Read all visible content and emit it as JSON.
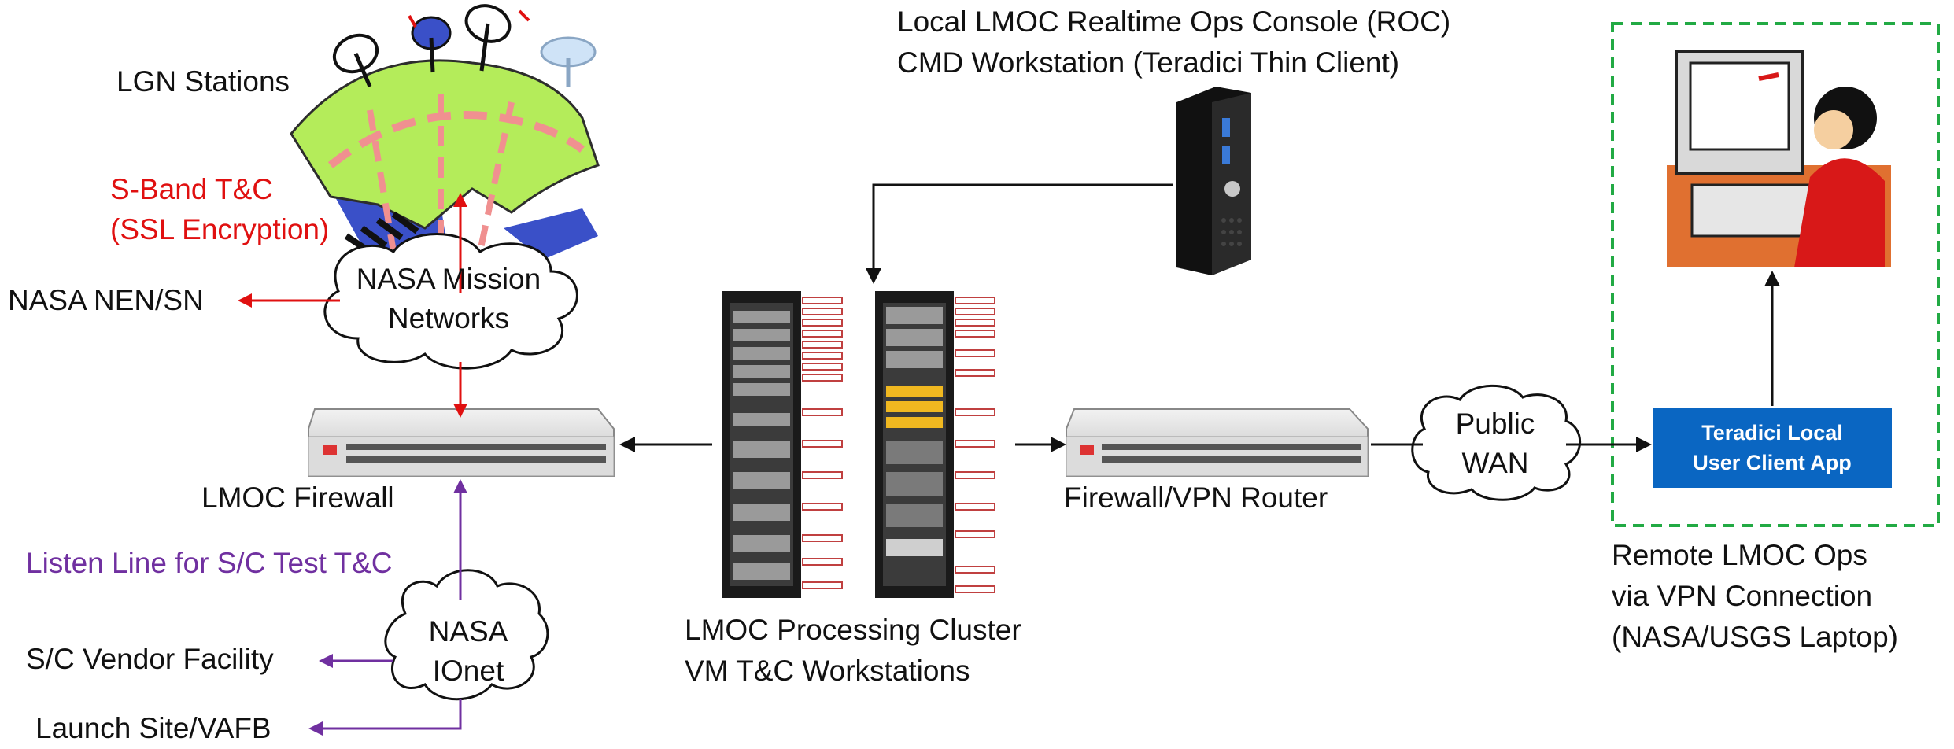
{
  "labels": {
    "lgn_stations": "LGN Stations",
    "sband_1": "S-Band T&C",
    "sband_2": "(SSL Encryption)",
    "nen_sn": "NASA NEN/SN",
    "nasa_mission_1": "NASA Mission",
    "nasa_mission_2": "Networks",
    "lmoc_firewall": "LMOC Firewall",
    "listen_line": "Listen Line for S/C Test T&C",
    "sc_vendor": "S/C Vendor Facility",
    "launch_site": "Launch Site/VAFB",
    "ionet_1": "NASA",
    "ionet_2": "IOnet",
    "roc_1": "Local LMOC Realtime Ops Console (ROC)",
    "roc_2": "CMD Workstation (Teradici Thin Client)",
    "cluster_1": "LMOC Processing Cluster",
    "cluster_2": "VM T&C Workstations",
    "vpn_router": "Firewall/VPN Router",
    "public_1": "Public",
    "public_2": "WAN",
    "teradici_1": "Teradici Local",
    "teradici_2": "User Client App",
    "remote_1": "Remote LMOC Ops",
    "remote_2": "via VPN Connection",
    "remote_3": "(NASA/USGS Laptop)"
  },
  "colors": {
    "red_link": "#e01010",
    "purple_link": "#7030a0",
    "black_link": "#111111",
    "teradici_box": "#0a66c2",
    "remote_border": "#22aa44"
  },
  "icons": [
    "satellite-dish-icon",
    "cloud-icon",
    "firewall-appliance-icon",
    "server-rack-icon",
    "mini-pc-icon",
    "user-workstation-icon"
  ]
}
